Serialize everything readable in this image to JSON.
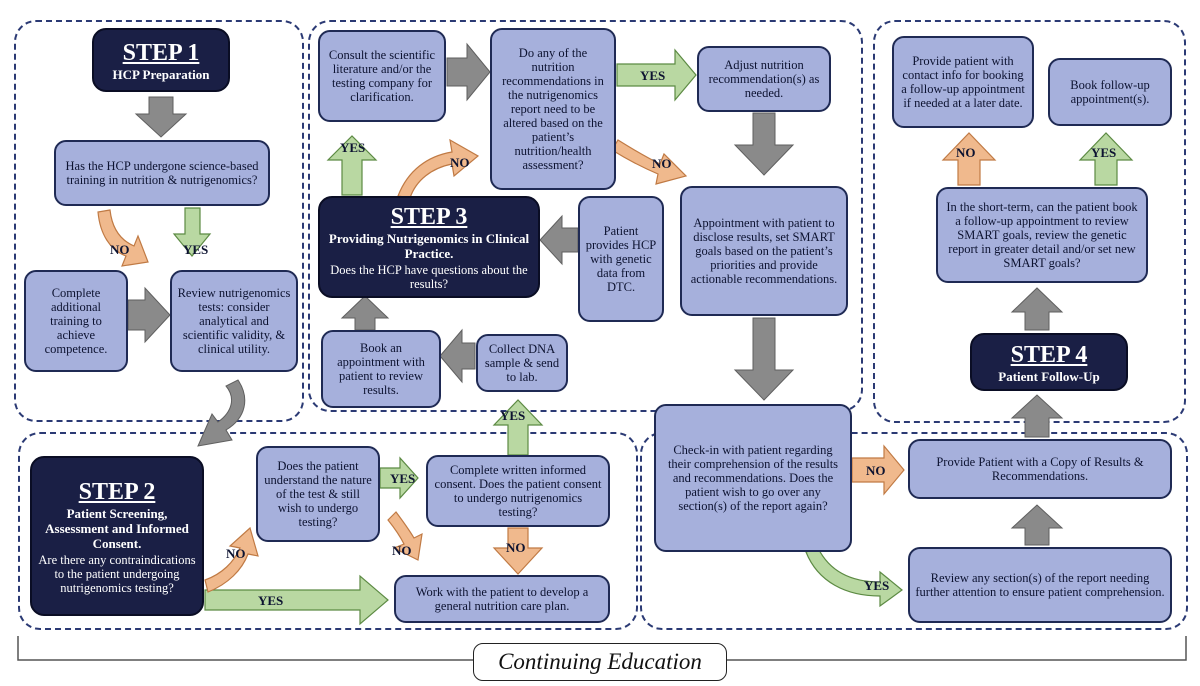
{
  "steps": {
    "step1": {
      "title": "STEP 1",
      "subtitle": "HCP Preparation"
    },
    "step2": {
      "title": "STEP 2",
      "subtitle": "Patient Screening, Assessment and Informed Consent.",
      "question": "Are there any contraindications to the patient undergoing nutrigenomics testing?"
    },
    "step3": {
      "title": "STEP 3",
      "subtitle": "Providing Nutrigenomics in Clinical Practice.",
      "question": "Does the HCP have questions about the results?"
    },
    "step4": {
      "title": "STEP 4",
      "subtitle": "Patient Follow-Up"
    }
  },
  "nodes": {
    "hcp_training": "Has the HCP undergone science-based training in nutrition & nutrigenomics?",
    "complete_training": "Complete additional training to achieve competence.",
    "review_tests": "Review nutrigenomics tests: consider analytical and scientific validity, & clinical utility.",
    "understand_test": "Does the patient understand the nature of the test & still wish to undergo testing?",
    "informed_consent": "Complete written informed consent. Does the patient consent to undergo nutrigenomics testing?",
    "general_plan": "Work with the patient to develop a general nutrition care plan.",
    "consult_literature": "Consult the scientific literature and/or the testing company for clarification.",
    "alter_recommendations": "Do any of the nutrition recommendations in the nutrigenomics report need to be altered based on the patient’s nutrition/health assessment?",
    "adjust_recommendations": "Adjust nutrition recommendation(s) as needed.",
    "patient_dtc": "Patient provides HCP with genetic data from DTC.",
    "book_appointment": "Book an appointment with patient to review results.",
    "collect_dna": "Collect DNA sample & send to lab.",
    "disclose_results": "Appointment with patient to disclose results, set SMART goals based on the patient’s priorities and provide actionable recommendations.",
    "check_in": "Check-in with patient regarding their comprehension of the results and recommendations. Does the patient wish to go over any section(s) of the report again?",
    "provide_copy": "Provide Patient with a Copy of Results & Recommendations.",
    "review_sections": "Review any section(s) of the report needing further attention to ensure patient comprehension.",
    "short_term": "In the short-term, can the patient book a follow-up appointment to review SMART goals, review the genetic report in greater detail and/or set new SMART goals?",
    "contact_info": "Provide patient with contact info for booking a follow-up appointment if needed at a later date.",
    "book_followup": "Book follow-up appointment(s)."
  },
  "arrow_labels": {
    "yes": "YES",
    "no": "NO"
  },
  "footer": {
    "label": "Continuing Education"
  },
  "colors": {
    "node_fill": "#a6b0dc",
    "step_fill": "#1a1f45",
    "yes_arrow": "#b9d8a2",
    "no_arrow": "#f0b98d",
    "flow_arrow": "#8a8a8a",
    "region_border": "#2b3a74"
  }
}
